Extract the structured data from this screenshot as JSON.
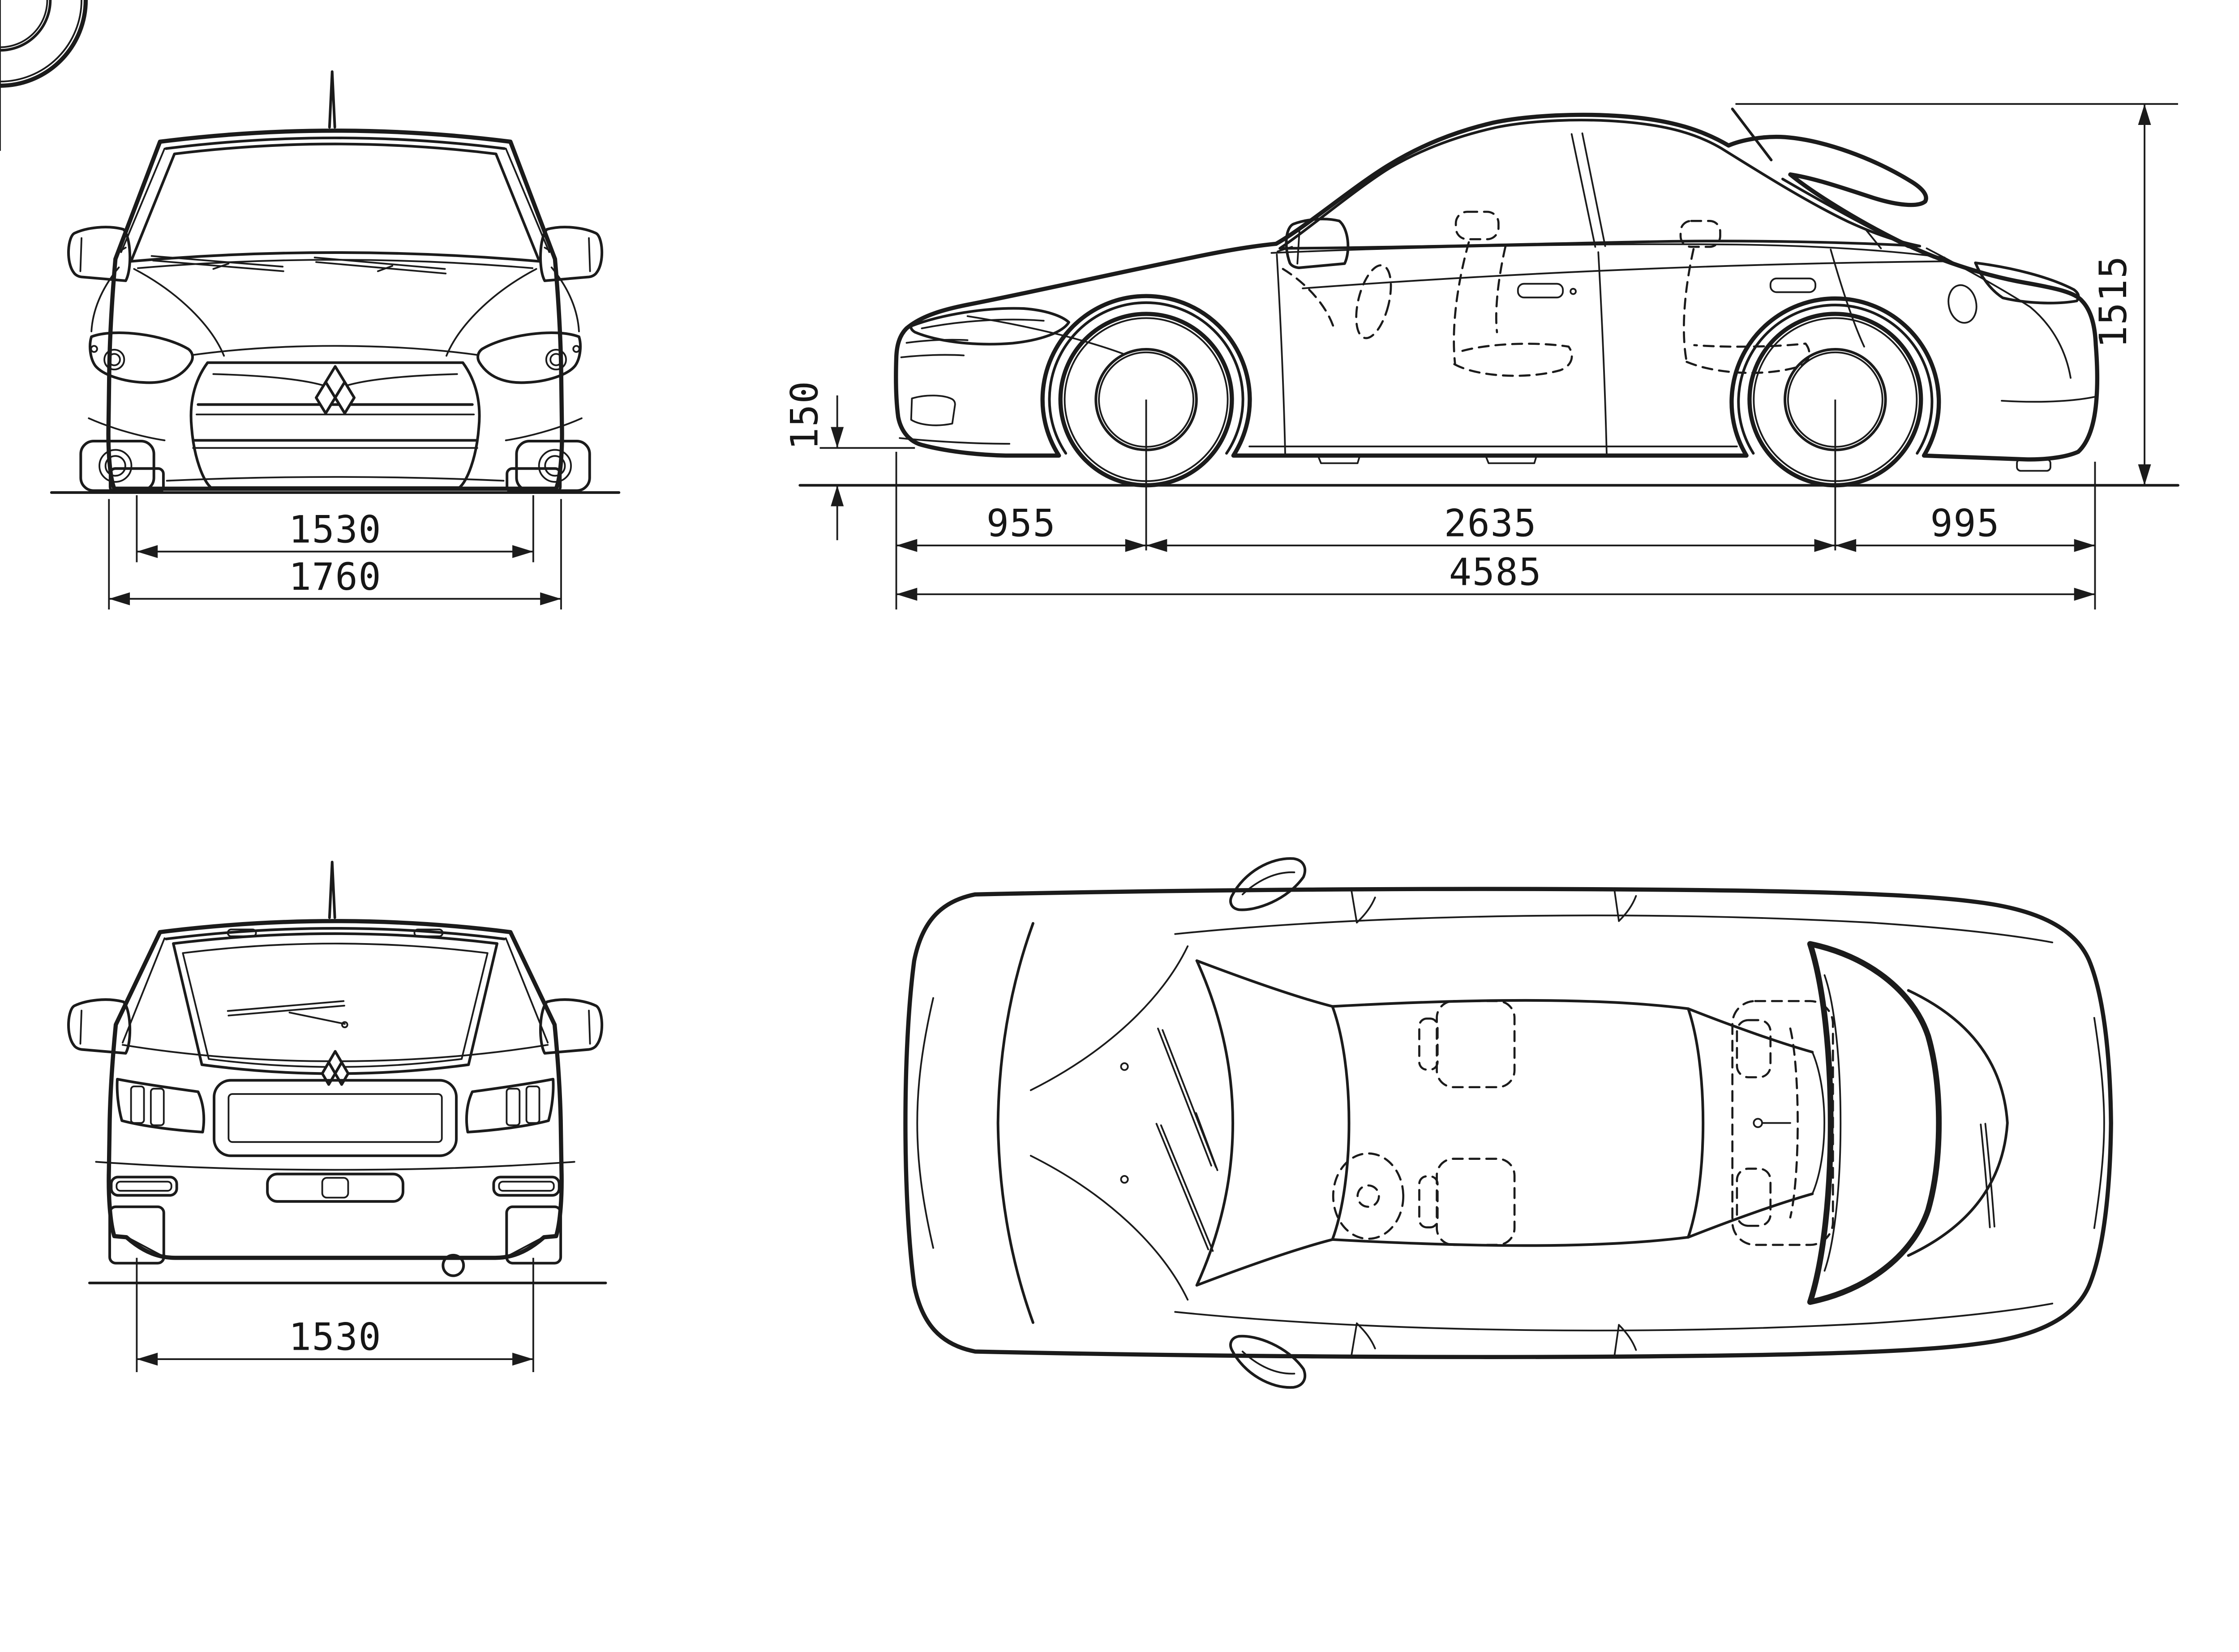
{
  "colors": {
    "background": "#ffffff",
    "line": "#1b1b1b"
  },
  "front_view": {
    "track": "1530",
    "overall_width": "1760"
  },
  "side_view": {
    "ground_clearance": "150",
    "front_overhang": "955",
    "wheelbase": "2635",
    "rear_overhang": "995",
    "overall_length": "4585",
    "overall_height": "1515"
  },
  "rear_view": {
    "track": "1530"
  }
}
